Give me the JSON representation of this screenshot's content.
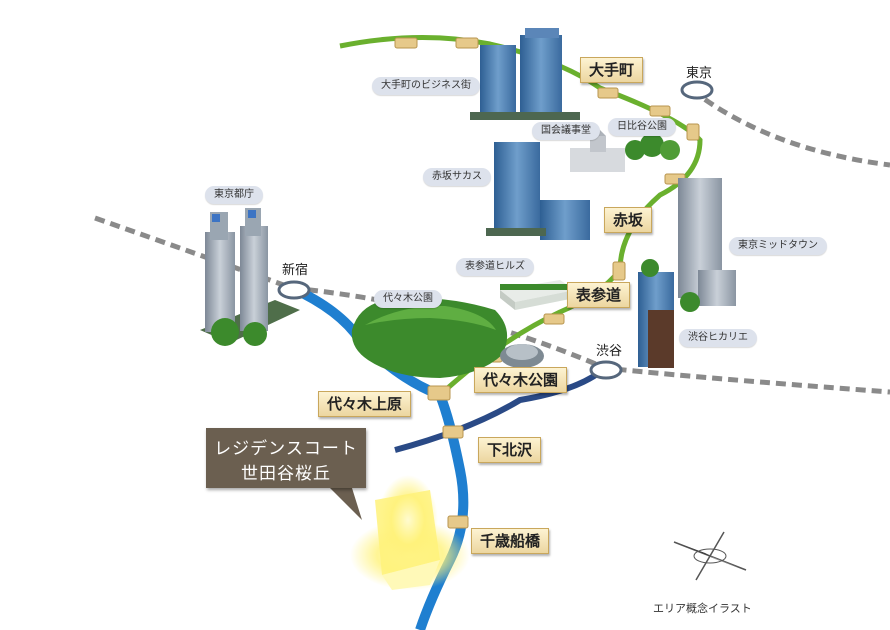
{
  "property": {
    "line1": "レジデンスコート",
    "line2": "世田谷桜丘"
  },
  "stations": {
    "otemachi": "大手町",
    "akasaka": "赤坂",
    "omotesando": "表参道",
    "yoyogikoen": "代々木公園",
    "yoyogiuehara": "代々木上原",
    "shimokitazawa": "下北沢",
    "chitosefunabashi": "千歳船橋"
  },
  "hubs": {
    "tokyo": "東京",
    "shinjuku": "新宿",
    "shibuya": "渋谷"
  },
  "landmarks": {
    "otemachi_business": "大手町のビジネス街",
    "diet": "国会議事堂",
    "hibiya_park": "日比谷公園",
    "akasaka_sacas": "赤坂サカス",
    "omotesando_hills": "表参道ヒルズ",
    "tokyo_midtown": "東京ミッドタウン",
    "tocho": "東京都庁",
    "yoyogi_park": "代々木公園",
    "shibuya_hikarie": "渋谷ヒカリエ"
  },
  "caption": "エリア概念イラスト",
  "colors": {
    "chiyoda_line": "#6ab02e",
    "odakyu_line": "#1f7fd0",
    "inokashira_line": "#2a4a86",
    "jr_track": "#8a8a8a",
    "station_plate": "#f2e0b0",
    "callout_bg": "#6b5f50",
    "pill_bg": "#dde2ec",
    "park_green": "#3c8a2c"
  },
  "icons": [
    "compass-rose-icon",
    "glow-marker-icon"
  ]
}
